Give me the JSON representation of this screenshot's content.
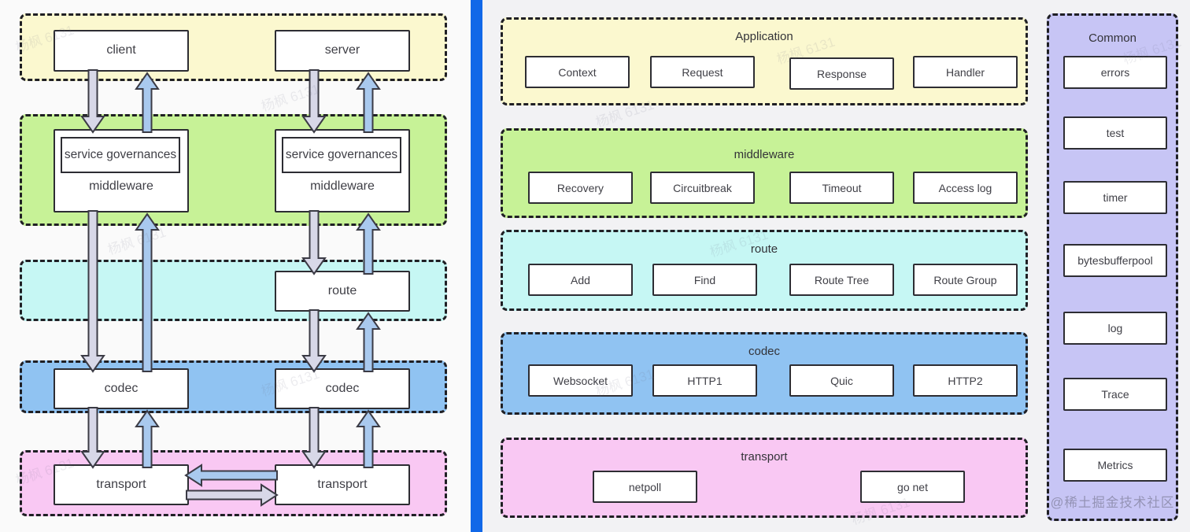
{
  "diagram": {
    "left_flow": {
      "client_box": "client",
      "server_box": "server",
      "service_governances_client": "service governances",
      "middleware_label_client": "middleware",
      "service_governances_server": "service governances",
      "middleware_label_server": "middleware",
      "route_box": "route",
      "codec_client": "codec",
      "codec_server": "codec",
      "transport_client": "transport",
      "transport_server": "transport"
    },
    "right_layers": [
      {
        "title": "Application",
        "color": "#fbf8cf",
        "items": [
          "Context",
          "Request",
          "Response",
          "Handler"
        ]
      },
      {
        "title": "middleware",
        "color": "#c7f297",
        "items": [
          "Recovery",
          "Circuitbreak",
          "Timeout",
          "Access log"
        ]
      },
      {
        "title": "route",
        "color": "#c6f7f4",
        "items": [
          "Add",
          "Find",
          "Route Tree",
          "Route Group"
        ]
      },
      {
        "title": "codec",
        "color": "#90c3f2",
        "items": [
          "Websocket",
          "HTTP1",
          "Quic",
          "HTTP2"
        ]
      },
      {
        "title": "transport",
        "color": "#f9c8f3",
        "items": [
          "netpoll",
          "go net"
        ]
      }
    ],
    "common": {
      "title": "Common",
      "color": "#c7c5f5",
      "items": [
        "errors",
        "test",
        "timer",
        "bytesbufferpool",
        "log",
        "Trace",
        "Metrics"
      ]
    },
    "colors": {
      "request_arrow": "#d8d8e8",
      "response_arrow": "#a9c9ee",
      "divider": "#1168e8",
      "band_border": "#1f1f24"
    }
  },
  "watermarks": {
    "tile_text": "杨枫 6131",
    "credit": "@稀土掘金技术社区"
  }
}
